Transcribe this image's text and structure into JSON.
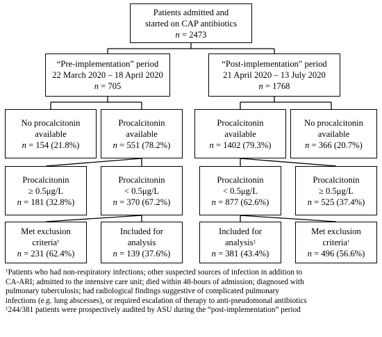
{
  "boxes": {
    "root": {
      "l1": "Patients admitted and",
      "l2": "started on CAP antibiotics",
      "n_label": "n",
      "n_value": " = 2473"
    },
    "pre": {
      "l1": "“Pre-implementation” period",
      "l2": "22 March 2020 – 18 April 2020",
      "n_label": "n",
      "n_value": " = 705"
    },
    "post": {
      "l1": "“Post-implementation” period",
      "l2": "21 April 2020 – 13 July 2020",
      "n_label": "n",
      "n_value": " = 1768"
    },
    "pre_no_pct": {
      "l1": "No procalcitonin",
      "l2": "available",
      "n_label": "n",
      "n_value": " = 154 (21.8%)"
    },
    "pre_pct": {
      "l1": "Procalcitonin",
      "l2": "available",
      "n_label": "n",
      "n_value": " = 551 (78.2%)"
    },
    "post_pct": {
      "l1": "Procalcitonin",
      "l2": "available",
      "n_label": "n",
      "n_value": " = 1402 (79.3%)"
    },
    "post_no_pct": {
      "l1": "No procalcitonin",
      "l2": "available",
      "n_label": "n",
      "n_value": " = 366 (20.7%)"
    },
    "pre_high": {
      "l1": "Procalcitonin",
      "l2": "≥ 0.5μg/L",
      "n_label": "n",
      "n_value": " = 181 (32.8%)"
    },
    "pre_low": {
      "l1": "Procalcitonin",
      "l2": "< 0.5μg/L",
      "n_label": "n",
      "n_value": " = 370 (67.2%)"
    },
    "post_low": {
      "l1": "Procalcitonin",
      "l2": "< 0.5μg/L",
      "n_label": "n",
      "n_value": " = 877 (62.6%)"
    },
    "post_high": {
      "l1": "Procalcitonin",
      "l2": "≥ 0.5μg/L",
      "n_label": "n",
      "n_value": " = 525 (37.4%)"
    },
    "pre_excl": {
      "l1": "Met exclusion",
      "l2": "criteria",
      "mark": "†",
      "n_label": "n",
      "n_value": " = 231 (62.4%)"
    },
    "pre_incl": {
      "l1": "Included for",
      "l2": "analysis",
      "n_label": "n",
      "n_value": " = 139 (37.6%)"
    },
    "post_incl": {
      "l1": "Included for",
      "l2": "analysis",
      "mark": "‡",
      "n_label": "n",
      "n_value": " = 381 (43.4%)"
    },
    "post_excl": {
      "l1": "Met exclusion",
      "l2": "criteria",
      "mark": "†",
      "n_label": "n",
      "n_value": " = 496 (56.6%)"
    }
  },
  "footnotes": {
    "f1_mark": "†",
    "f1_l1": "Patients who had non-respiratory infections; other suspected sources of infection in addition to",
    "f1_l2": "CA-ARI; admitted to the intensive care unit; died within 48-hours of admission; diagnosed with",
    "f1_l3": "pulmonary tuberculosis; had radiological findings suggestive of complicated pulmonary",
    "f1_l4": "infections (e.g. lung abscesses), or required escalation of therapy to  anti-pseudomonal antibiotics",
    "f2_mark": "‡",
    "f2_l1": "244/381 patients were prospectively audited by ASU during the “post-implementation” period"
  }
}
